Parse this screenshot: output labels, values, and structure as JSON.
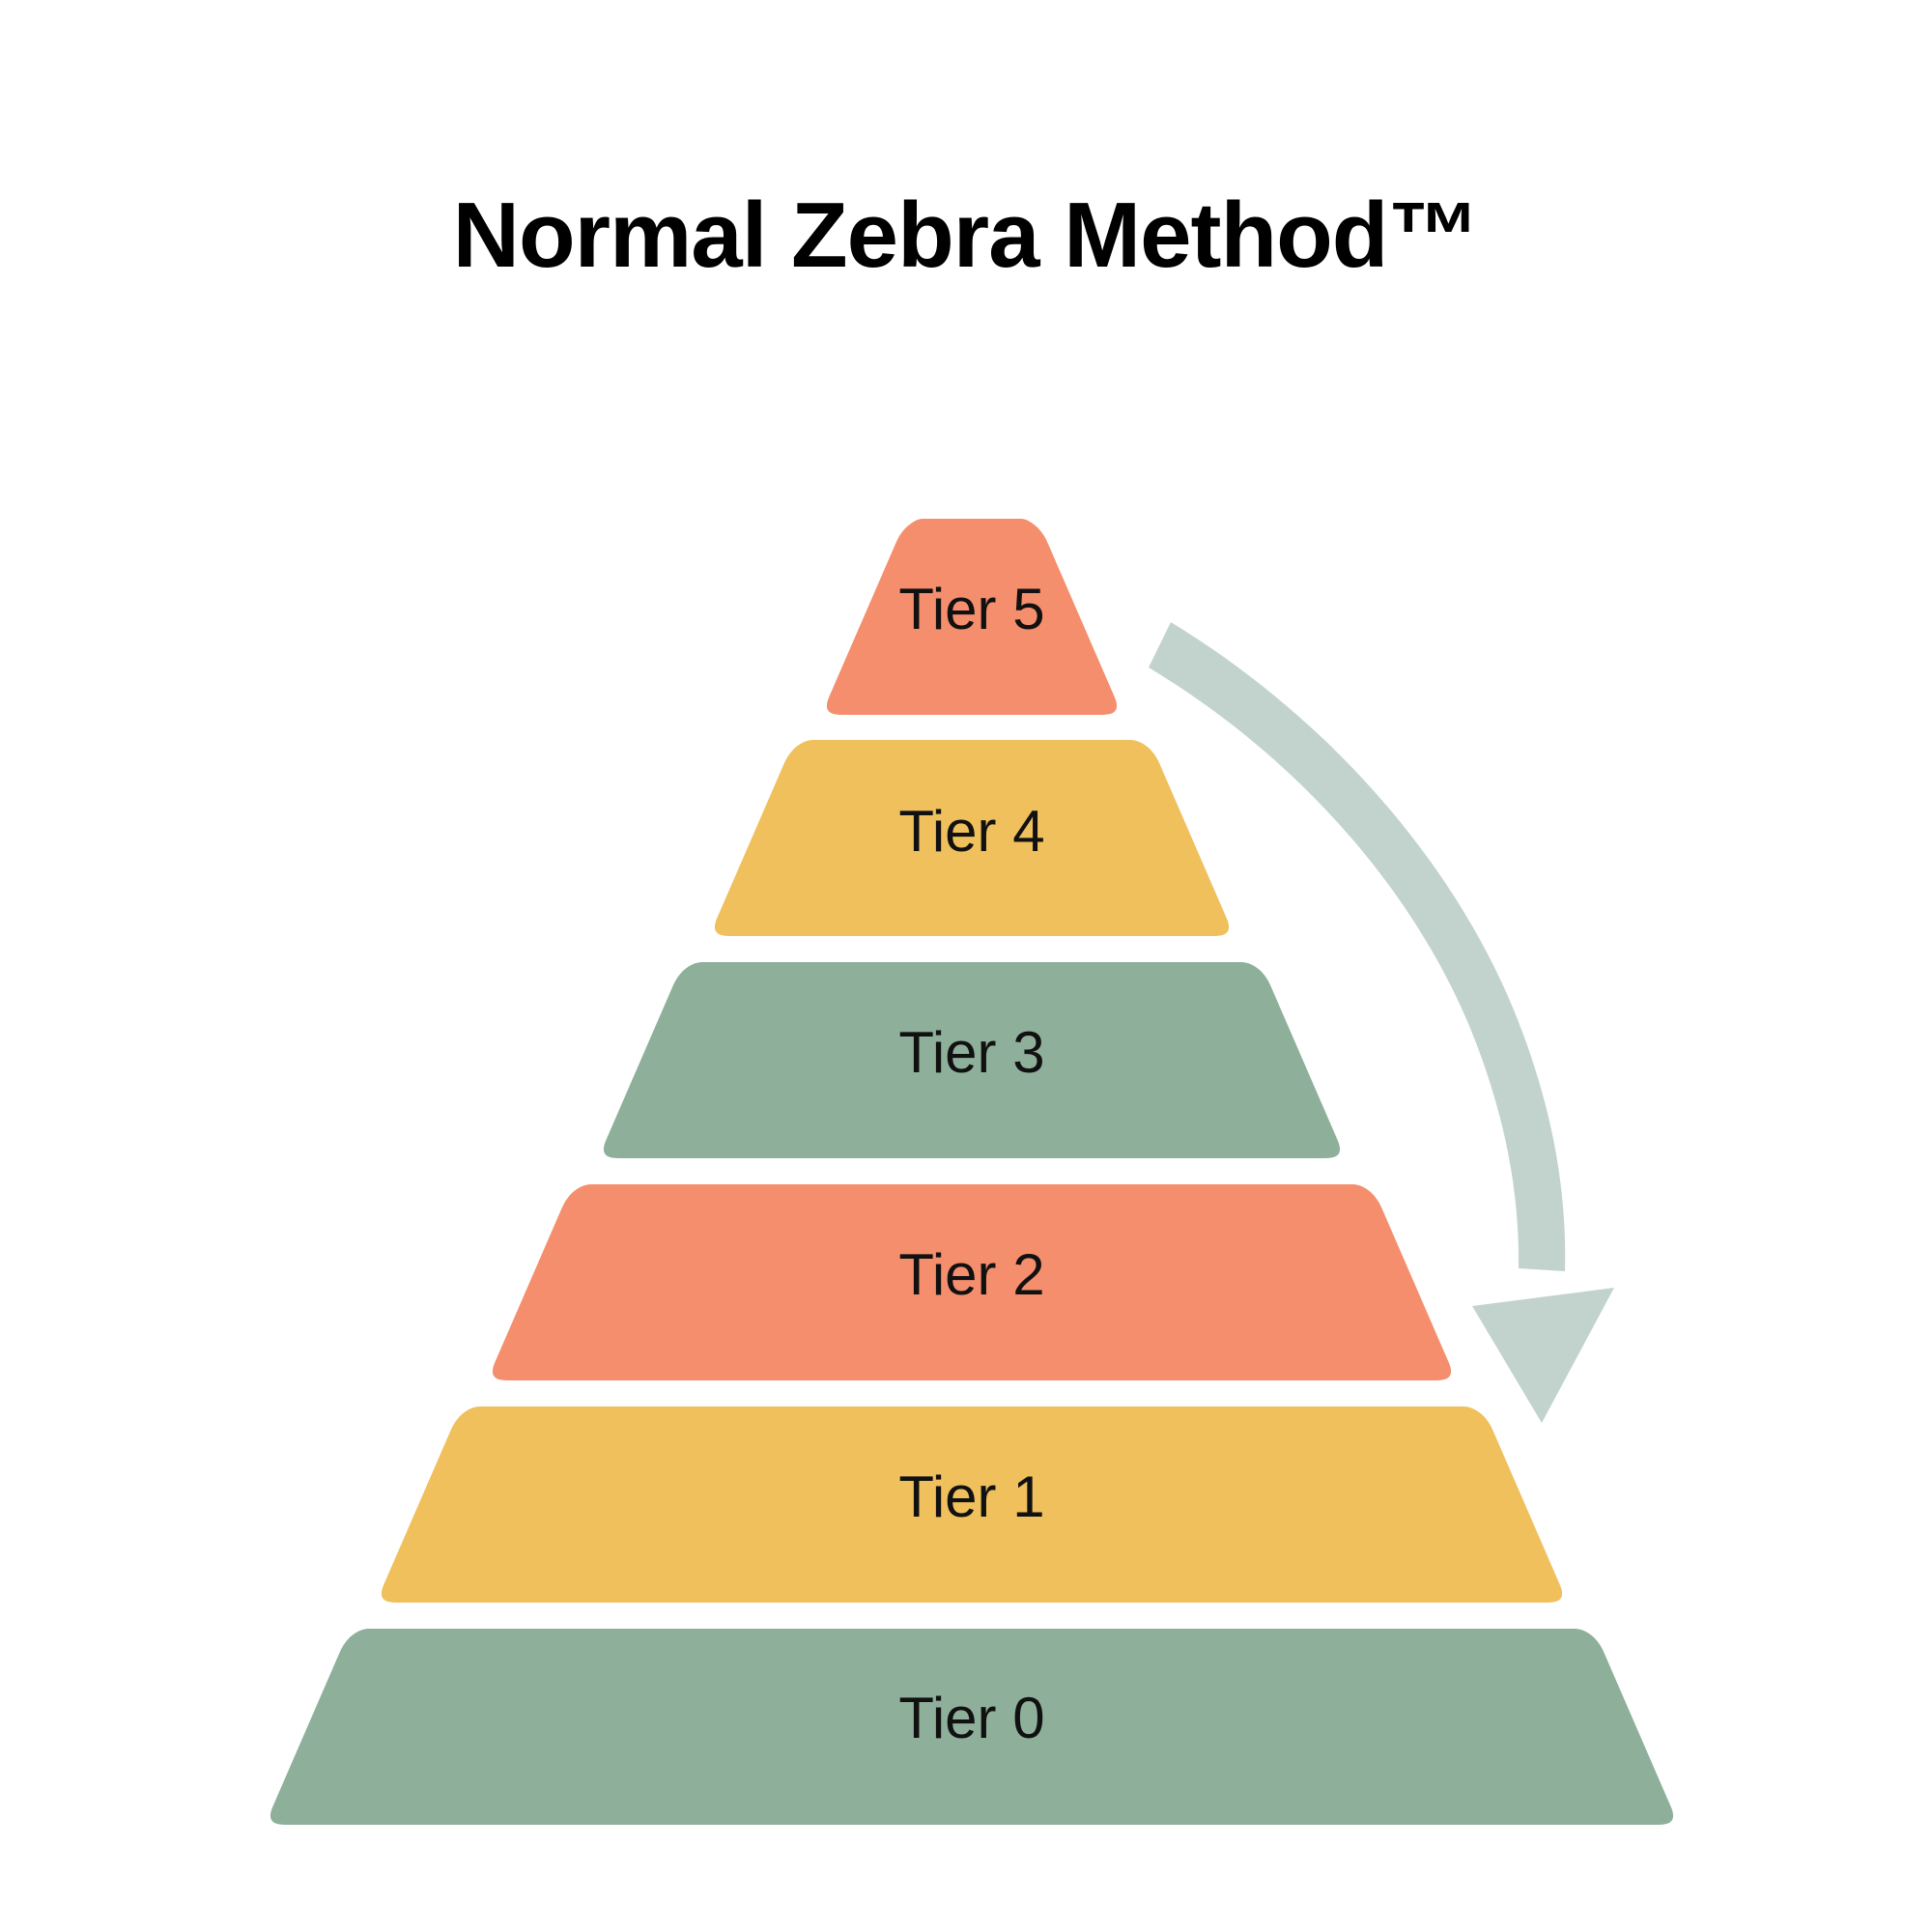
{
  "title": "Normal Zebra Method™",
  "background_color": "#FFFFFF",
  "palette": {
    "salmon": "#F58E6D",
    "yellow": "#EFC05C",
    "green": "#8EB09B",
    "arrow": "#C2D3CE",
    "title_color": "#000000",
    "label_color": "#111111"
  },
  "chart_data": {
    "type": "pyramid",
    "title": "Normal Zebra Method™",
    "orientation": "bottom-up",
    "levels": 6,
    "note": "Stacked trapezoid pyramid with 6 tiers, widest at the bottom; a curved arrow on the right side points downward from the apex toward the base.",
    "categories": [
      "Tier 5",
      "Tier 4",
      "Tier 3",
      "Tier 2",
      "Tier 1",
      "Tier 0"
    ],
    "values": [
      1,
      2,
      3,
      4,
      5,
      6
    ],
    "colors": [
      "#F58E6D",
      "#EFC05C",
      "#8EB09B",
      "#F58E6D",
      "#EFC05C",
      "#8EB09B"
    ],
    "legend": "none",
    "grid": false
  },
  "pyramid": {
    "tiers": [
      {
        "label": "Tier 5",
        "color": "#F58E6D",
        "index": 5
      },
      {
        "label": "Tier 4",
        "color": "#EFC05C",
        "index": 4
      },
      {
        "label": "Tier 3",
        "color": "#8EB09B",
        "index": 3
      },
      {
        "label": "Tier 2",
        "color": "#F58E6D",
        "index": 2
      },
      {
        "label": "Tier 1",
        "color": "#EFC05C",
        "index": 1
      },
      {
        "label": "Tier 0",
        "color": "#8EB09B",
        "index": 0
      }
    ]
  },
  "arrow": {
    "name": "downward-flow-arrow",
    "color": "#C2D3CE",
    "direction": "down"
  }
}
